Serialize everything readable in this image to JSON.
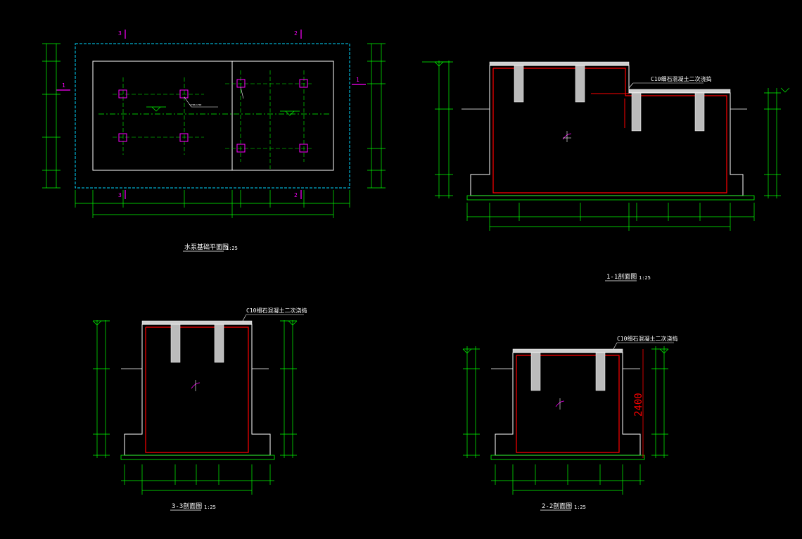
{
  "plan": {
    "title": "水泵基础平面图",
    "scale": "1:25",
    "section_marks": [
      "1",
      "1",
      "3",
      "3",
      "2",
      "2"
    ],
    "callout": "1700x1700"
  },
  "section_1_1": {
    "title": "1-1剖面图",
    "scale": "1:25",
    "concrete_note": "C10细石混凝土二次浇捣"
  },
  "section_3_3": {
    "title": "3-3剖面图",
    "scale": "1:25",
    "concrete_note": "C10细石混凝土二次浇捣"
  },
  "section_2_2": {
    "title": "2-2剖面图",
    "scale": "1:25",
    "concrete_note": "C10细石混凝土二次浇捣",
    "height_label": "2400"
  },
  "colors": {
    "background": "#000000",
    "dimension": "#00ff00",
    "outline": "#ffffff",
    "rebar": "#ff0000",
    "marker": "#ff00ff",
    "border": "#00ffff"
  }
}
